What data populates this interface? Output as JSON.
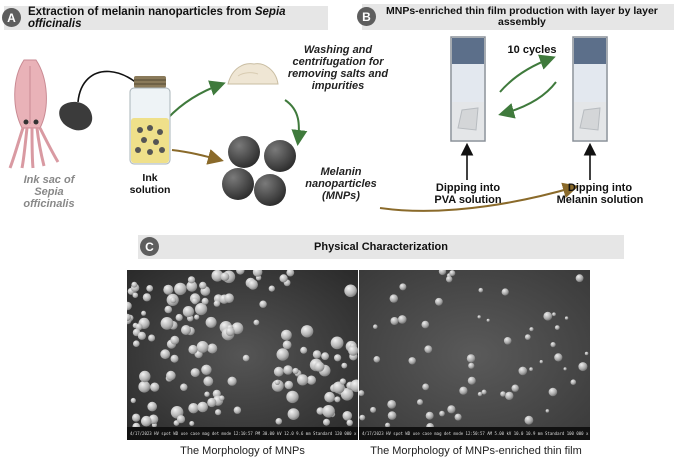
{
  "panel_a": {
    "badge": "A",
    "title_plain": "Extraction of melanin nanoparticles from ",
    "title_italic": "Sepia officinalis",
    "ink_sac_line1": "Ink sac of",
    "ink_sac_line2": "Sepia",
    "ink_sac_line3": "officinalis",
    "ink_solution_line1": "Ink",
    "ink_solution_line2": "solution",
    "washing_line1": "Washing and",
    "washing_line2": "centrifugation for",
    "washing_line3": "removing salts and",
    "washing_line4": "impurities",
    "mnp_line1": "Melanin",
    "mnp_line2": "nanoparticles",
    "mnp_line3": "(MNPs)"
  },
  "panel_b": {
    "badge": "B",
    "title_line1": "MNPs-enriched thin film production with layer by layer",
    "title_line2": "assembly",
    "cycles": "10 cycles",
    "pva_line1": "Dipping into",
    "pva_line2": "PVA solution",
    "melanin_line1": "Dipping into",
    "melanin_line2": "Melanin solution"
  },
  "panel_c": {
    "badge": "C",
    "title": "Physical Characterization",
    "left_caption": "The Morphology of MNPs",
    "right_caption": "The Morphology of MNPs-enriched thin film",
    "left_sem_bar": "4/17/2023  HV  spot  WD  use case  mag  det  mode   12:10:57 PM  30.00 kV  12.0  9.6 mm  Standard  120 000 x  ETD  SE        EGE MATAL",
    "right_sem_bar": "4/17/2023  HV  spot  WD  use case  mag  det  mode   12:50:57 AM  5.00 kV  10.0  10.9 mm  Standard  100 000 x  ETD  SE        EGE MATAL"
  },
  "colors": {
    "banner": "#e6e6e6",
    "badge": "#5e5e5e",
    "green_arrow": "#3f7a3c",
    "brown_arrow": "#8a6a2a",
    "squid": "#e9b2b8",
    "particle": "#3a3a3a"
  }
}
